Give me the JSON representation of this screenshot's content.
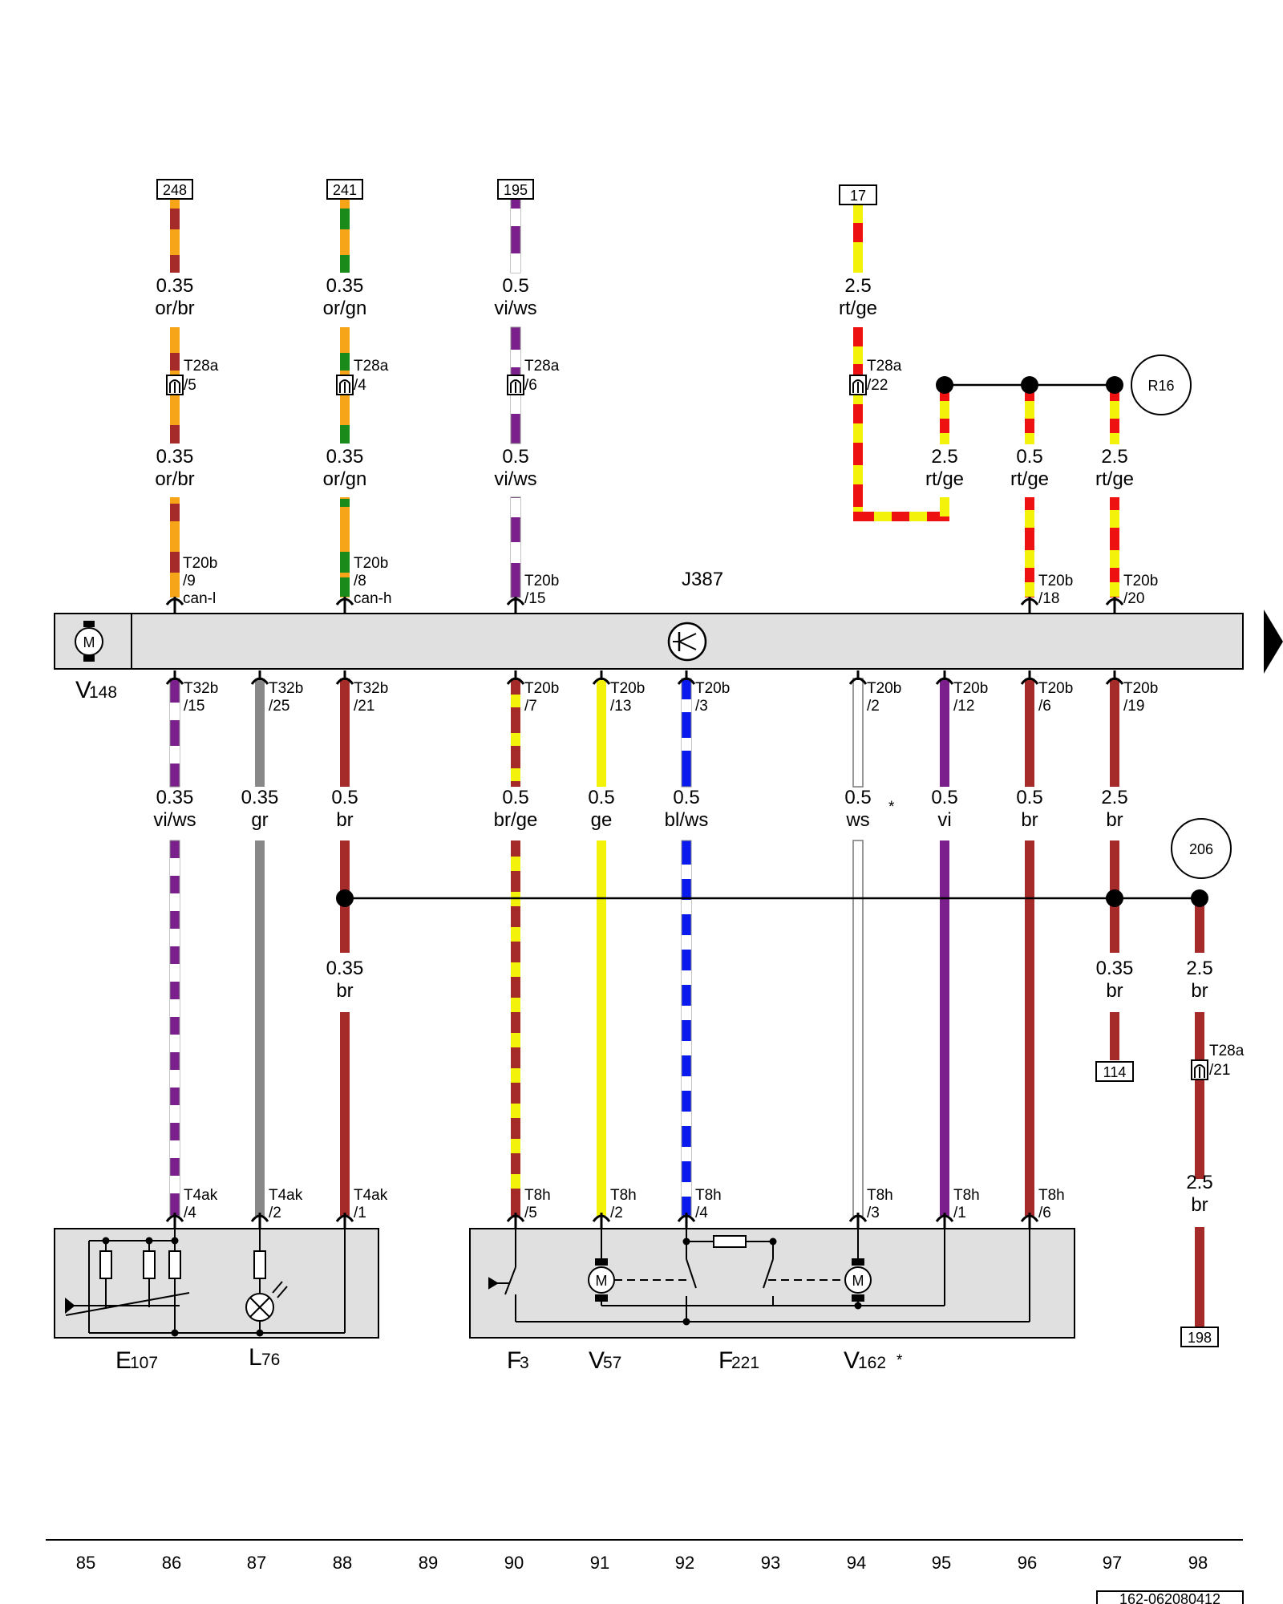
{
  "colors": {
    "or": "#f7a518",
    "br": "#a52a2a",
    "gn": "#1a8a1a",
    "vi": "#7b1f8c",
    "ws": "#ffffff",
    "rt": "#ee1111",
    "ge": "#f2f20a",
    "gr": "#888888",
    "bl": "#0a1aee",
    "module": "#e0e0e0"
  },
  "components": {
    "J387": "J387",
    "V148": {
      "letter": "V",
      "sub": "148"
    },
    "E107": {
      "letter": "E",
      "sub": "107"
    },
    "L76": {
      "letter": "L",
      "sub": "76"
    },
    "F3": {
      "letter": "F",
      "sub": "3"
    },
    "V57": {
      "letter": "V",
      "sub": "57"
    },
    "F221": {
      "letter": "F",
      "sub": "221"
    },
    "V162": {
      "letter": "V",
      "sub": "162",
      "mark": "*"
    },
    "ws_note_mark": "*"
  },
  "references": {
    "top": [
      "248",
      "241",
      "195",
      "17"
    ],
    "r16": "R16",
    "n206": "206",
    "n114": "114",
    "n198": "198"
  },
  "upper_wires": {
    "c86": [
      {
        "size": "0.35",
        "color": "or/br"
      },
      {
        "size": "0.35",
        "color": "or/br"
      }
    ],
    "c88": [
      {
        "size": "0.35",
        "color": "or/gn"
      },
      {
        "size": "0.35",
        "color": "or/gn"
      }
    ],
    "c90": [
      {
        "size": "0.5",
        "color": "vi/ws"
      },
      {
        "size": "0.5",
        "color": "vi/ws"
      }
    ],
    "c94": [
      {
        "size": "2.5",
        "color": "rt/ge"
      }
    ],
    "r16_branches": [
      {
        "size": "2.5",
        "color": "rt/ge"
      },
      {
        "size": "0.5",
        "color": "rt/ge"
      },
      {
        "size": "2.5",
        "color": "rt/ge"
      }
    ]
  },
  "connectors": {
    "t28a": [
      {
        "name": "T28a",
        "pin": "/5"
      },
      {
        "name": "T28a",
        "pin": "/4"
      },
      {
        "name": "T28a",
        "pin": "/6"
      },
      {
        "name": "T28a",
        "pin": "/22"
      },
      {
        "name": "T28a",
        "pin": "/21"
      }
    ],
    "top_pins": [
      {
        "name": "T20b",
        "pin": "/9",
        "sig": "can-l"
      },
      {
        "name": "T20b",
        "pin": "/8",
        "sig": "can-h"
      },
      {
        "name": "T20b",
        "pin": "/15"
      },
      {
        "name": "T20b",
        "pin": "/18"
      },
      {
        "name": "T20b",
        "pin": "/20"
      }
    ],
    "bottom_pins": [
      {
        "name": "T32b",
        "pin": "/15"
      },
      {
        "name": "T32b",
        "pin": "/25"
      },
      {
        "name": "T32b",
        "pin": "/21"
      },
      {
        "name": "T20b",
        "pin": "/7"
      },
      {
        "name": "T20b",
        "pin": "/13"
      },
      {
        "name": "T20b",
        "pin": "/3"
      },
      {
        "name": "T20b",
        "pin": "/2"
      },
      {
        "name": "T20b",
        "pin": "/12"
      },
      {
        "name": "T20b",
        "pin": "/6"
      },
      {
        "name": "T20b",
        "pin": "/19"
      }
    ],
    "lower_pins": [
      {
        "name": "T4ak",
        "pin": "/4"
      },
      {
        "name": "T4ak",
        "pin": "/2"
      },
      {
        "name": "T4ak",
        "pin": "/1"
      },
      {
        "name": "T8h",
        "pin": "/5"
      },
      {
        "name": "T8h",
        "pin": "/2"
      },
      {
        "name": "T8h",
        "pin": "/4"
      },
      {
        "name": "T8h",
        "pin": "/3"
      },
      {
        "name": "T8h",
        "pin": "/1"
      },
      {
        "name": "T8h",
        "pin": "/6"
      }
    ]
  },
  "lower_wires": [
    {
      "size": "0.35",
      "color": "vi/ws"
    },
    {
      "size": "0.35",
      "color": "gr"
    },
    {
      "size": "0.5",
      "color": "br"
    },
    {
      "size": "0.5",
      "color": "br/ge"
    },
    {
      "size": "0.5",
      "color": "ge"
    },
    {
      "size": "0.5",
      "color": "bl/ws"
    },
    {
      "size": "0.5",
      "color": "ws"
    },
    {
      "size": "0.5",
      "color": "vi"
    },
    {
      "size": "0.5",
      "color": "br"
    },
    {
      "size": "2.5",
      "color": "br"
    }
  ],
  "ground_wires": [
    {
      "size": "0.35",
      "color": "br"
    },
    {
      "size": "0.35",
      "color": "br"
    },
    {
      "size": "2.5",
      "color": "br"
    },
    {
      "size": "2.5",
      "color": "br"
    }
  ],
  "footer": {
    "columns": [
      "85",
      "86",
      "87",
      "88",
      "89",
      "90",
      "91",
      "92",
      "93",
      "94",
      "95",
      "96",
      "97",
      "98"
    ],
    "doc_id": "162-062080412"
  }
}
